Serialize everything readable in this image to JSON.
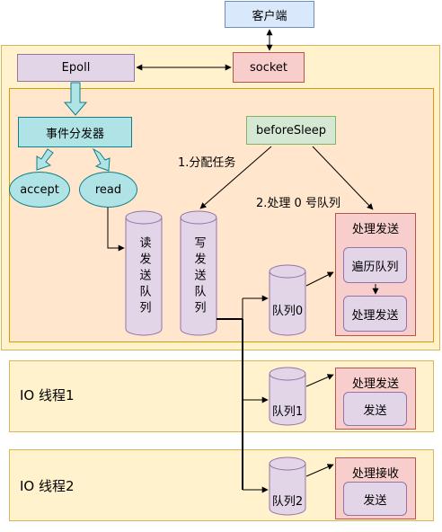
{
  "client": "客户端",
  "epoll": "Epoll",
  "socket": "socket",
  "dispatcher": "事件分发器",
  "before_sleep": "beforeSleep",
  "accept": "accept",
  "read": "read",
  "read_queue": "读发送队列",
  "write_queue": "写发送队列",
  "assign_tasks_label": "1.分配任务",
  "handle_queue0_label": "2.处理 0 号队列",
  "main_panel": {
    "title": "处理发送",
    "step1": "遍历队列",
    "step2": "处理发送"
  },
  "queue0": "队列0",
  "io_thread1": {
    "label": "IO 线程1",
    "queue": "队列1",
    "panel_title": "处理发送",
    "step": "发送"
  },
  "io_thread2": {
    "label": "IO 线程2",
    "queue": "队列2",
    "panel_title": "处理接收",
    "step": "发送"
  }
}
